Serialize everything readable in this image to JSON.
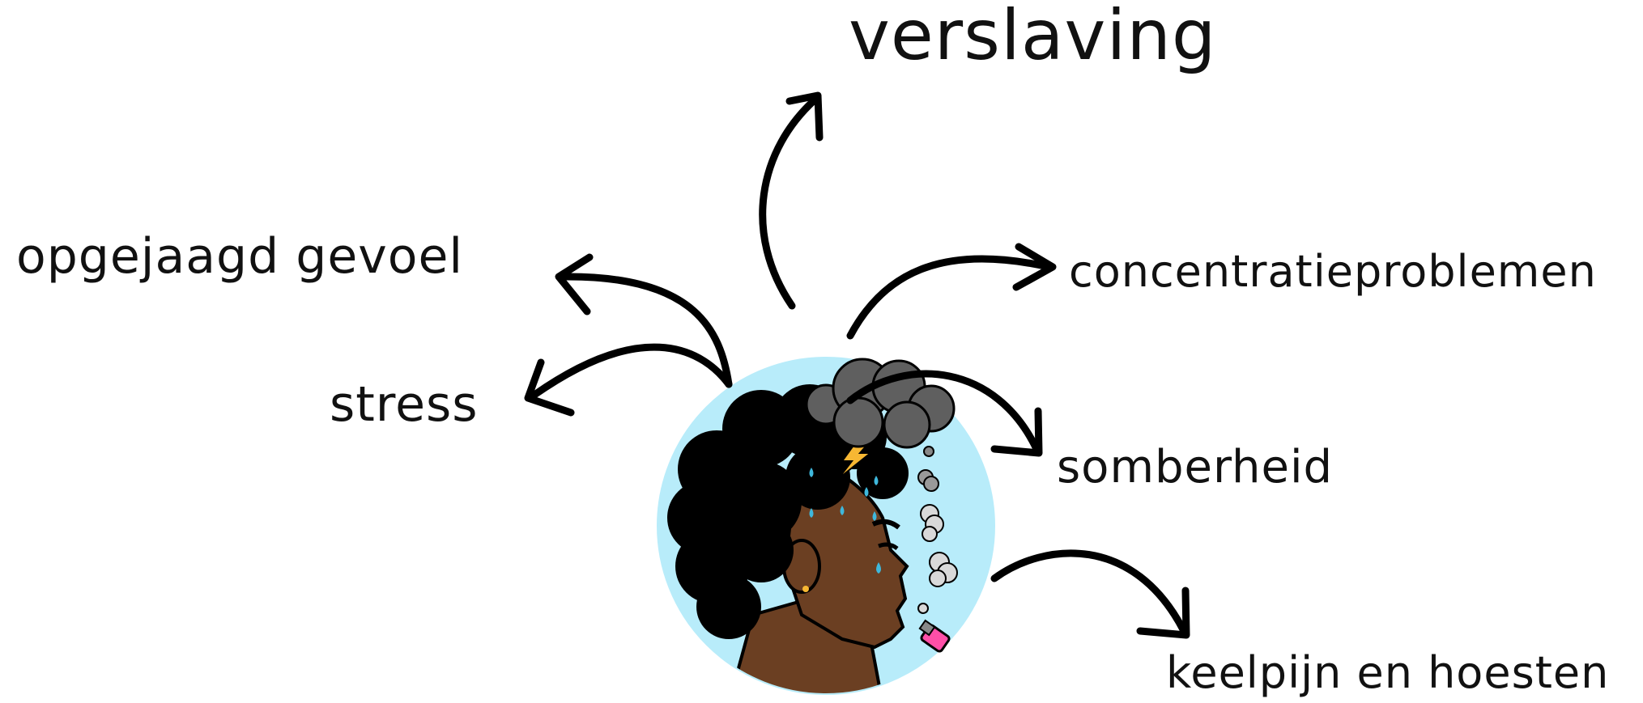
{
  "labels": {
    "verslaving": "verslaving",
    "opgejaagd": "opgejaagd gevoel",
    "stress": "stress",
    "concentratie": "concentratieproblemen",
    "somberheid": "somberheid",
    "keelpijn": "keelpijn en hoesten"
  },
  "colors": {
    "circle": "#b8ecfa",
    "skin": "#6b3f22",
    "hair": "#000000",
    "cloud": "#5f5f5f",
    "lightning": "#f7b733",
    "drops": "#3fb8dc",
    "vape": "#ff4fa8",
    "smoke": "#d9d9d9",
    "arrow": "#000000"
  },
  "icons": [
    "cloud-icon",
    "lightning-icon",
    "vape-icon",
    "sweat-drop-icon",
    "smoke-icon"
  ]
}
